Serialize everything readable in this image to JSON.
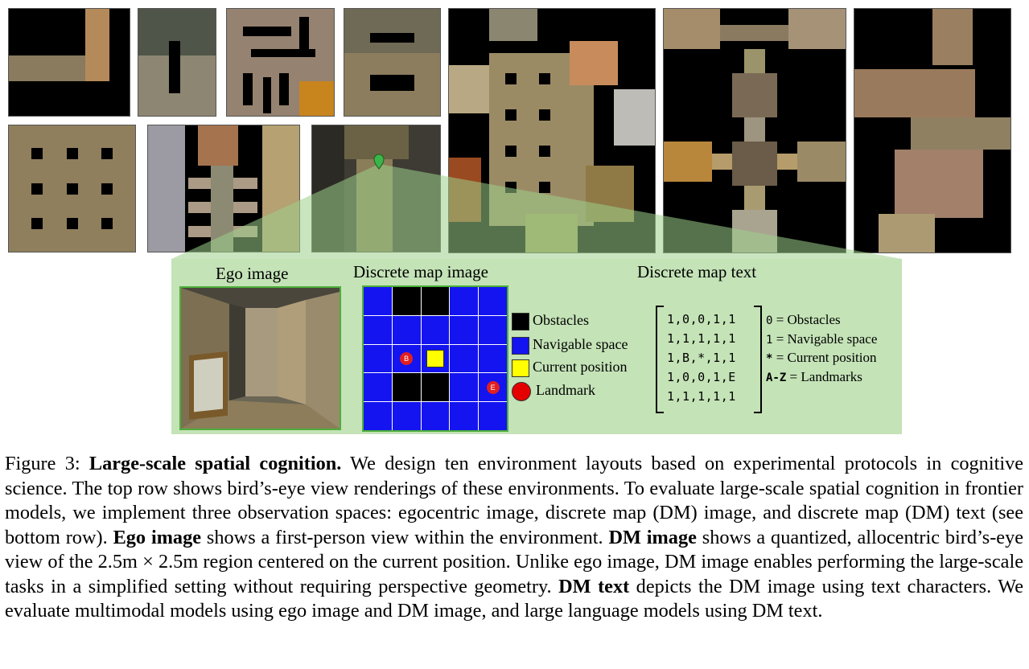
{
  "figure": {
    "thumbnails_alt": [
      "environment-1",
      "environment-2",
      "environment-3",
      "environment-4",
      "environment-5",
      "environment-6",
      "environment-7",
      "environment-8",
      "environment-9",
      "environment-10"
    ],
    "panel": {
      "ego_title": "Ego image",
      "dm_image_title": "Discrete map image",
      "dm_text_title": "Discrete map text",
      "dm_grid": [
        [
          1,
          0,
          0,
          1,
          1
        ],
        [
          1,
          1,
          1,
          1,
          1
        ],
        [
          1,
          "B",
          "*",
          1,
          1
        ],
        [
          1,
          0,
          0,
          1,
          "E"
        ],
        [
          1,
          1,
          1,
          1,
          1
        ]
      ],
      "legend": {
        "obstacles": "Obstacles",
        "navigable": "Navigable space",
        "current": "Current position",
        "landmark": "Landmark"
      },
      "colors": {
        "obstacle": "#000000",
        "navigable": "#1414f0",
        "current": "#ffff00",
        "landmark": "#e50000",
        "panel_bg": "#c4e3b7",
        "frame": "#4caf3a"
      },
      "matrix_rows": [
        "1,0,0,1,1",
        "1,1,1,1,1",
        "1,B,*,1,1",
        "1,0,0,1,E",
        "1,1,1,1,1"
      ],
      "key": {
        "k0_sym": "0",
        "k0_text": " = Obstacles",
        "k1_sym": "1",
        "k1_text": " = Navigable space",
        "k2_sym": "*",
        "k2_text": " = Current position",
        "k3_sym": "A-Z",
        "k3_text": " = Landmarks"
      }
    },
    "caption": {
      "label": "Figure 3: ",
      "title": "Large-scale spatial cognition.",
      "t1": " We design ten environment layouts based on experimental protocols in cognitive science. The top row shows bird’s-eye view renderings of these environments. To evaluate large-scale spatial cognition in frontier models, we implement three observation spaces: egocentric image, discrete map (DM) image, and discrete map (DM) text (see bottom row). ",
      "b1": "Ego image",
      "t2": " shows a first-person view within the environment. ",
      "b2": "DM image",
      "t3": " shows a quantized, allocentric bird’s-eye view of the 2.5m × 2.5m region centered on the current position. Unlike ego image, DM image enables performing the large-scale tasks in a simplified setting without requiring perspective geometry. ",
      "b3": "DM text",
      "t4": " depicts the DM image using text characters. We evaluate multimodal models using ego image and DM image, and large language models using DM text."
    }
  }
}
